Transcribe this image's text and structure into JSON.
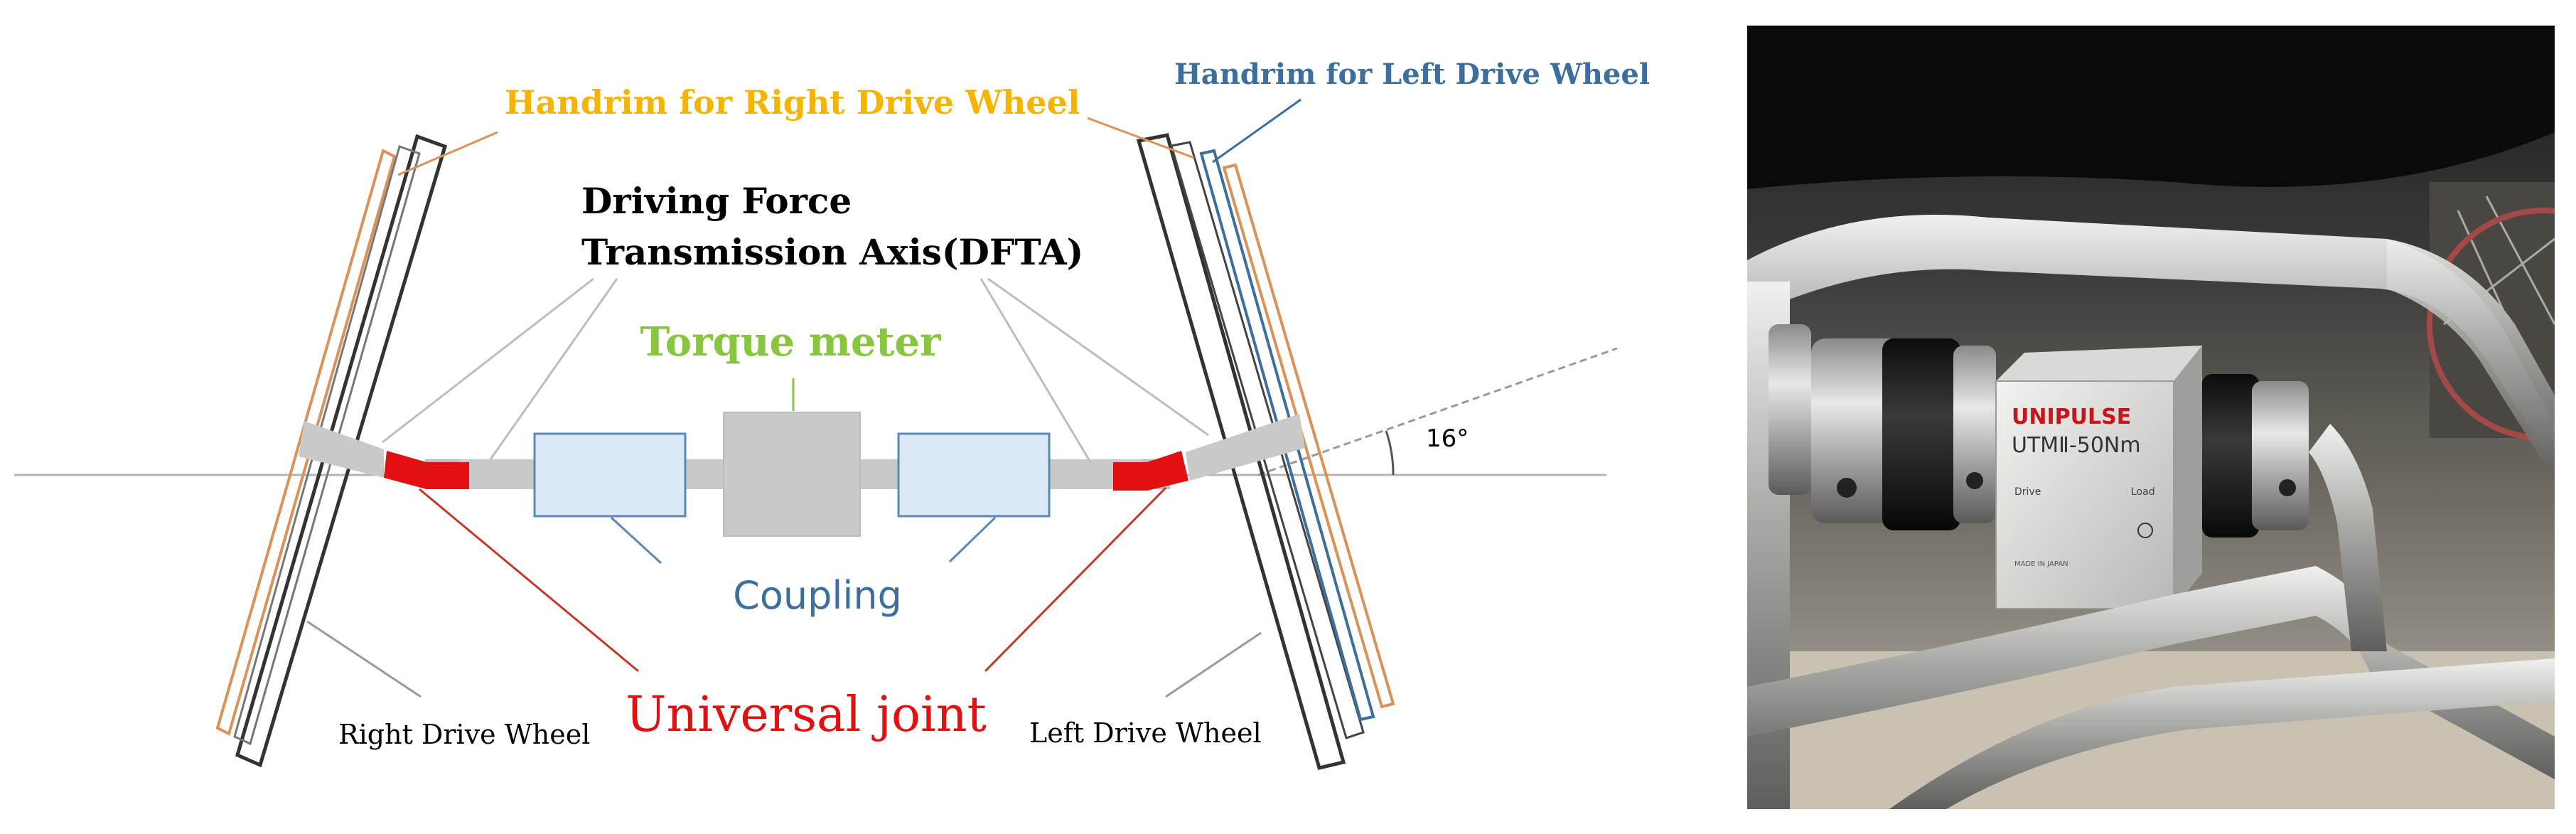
{
  "diagram": {
    "labels": {
      "handrim_right": "Handrim  for Right Drive Wheel",
      "handrim_left": "Handrim  for Left Drive Wheel",
      "dfta_line1": "Driving Force",
      "dfta_line2": "Transmission Axis(DFTA)",
      "torque_meter": "Torque meter",
      "coupling": "Coupling",
      "universal_joint": "Universal  joint",
      "right_drive_wheel": "Right Drive Wheel",
      "left_drive_wheel": "Left Drive Wheel",
      "angle": "16°"
    },
    "colors": {
      "handrim_right": "#f5b400",
      "handrim_left": "#3c6e9e",
      "torque_meter": "#88c63f",
      "coupling": "#3c6e9e",
      "universal_joint": "#e21010",
      "shaft": "#c9c9c9",
      "coupling_fill": "#dce9f6",
      "coupling_stroke": "#5b87b4",
      "handrim_stroke": "#d9925a",
      "wheel_stroke": "#333333"
    }
  },
  "photo": {
    "brand": "UNIPULSE",
    "model": "UTMⅡ-50Nm",
    "side_left": "Drive",
    "side_right": "Load",
    "made_in": "MADE IN JAPAN"
  }
}
